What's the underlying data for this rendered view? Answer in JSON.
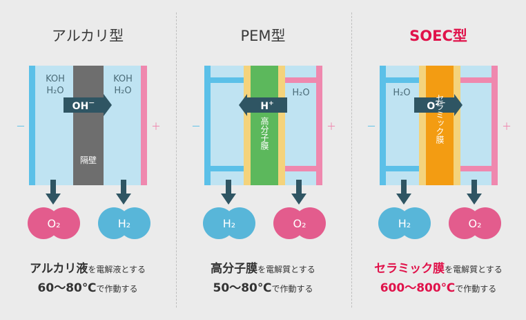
{
  "colors": {
    "accent": "#e0124a",
    "blue": "#5bc0e8",
    "pink": "#ef88ae",
    "cell": "#bfe3f2",
    "arrow": "#2f5563",
    "wall": "#6e6e6e",
    "green": "#5cb85c",
    "yellow": "#f4d37c",
    "orange": "#f39c12",
    "o2": "#e35c8d",
    "h2": "#58b6d9"
  },
  "icons": [
    "arrow-down-icon",
    "arrow-right-icon",
    "arrow-left-icon"
  ],
  "panels": [
    {
      "title": "アルカリ型",
      "minus": "－",
      "plus": "＋",
      "left_chem": [
        "KOH",
        "H₂O"
      ],
      "right_chem": [
        "KOH",
        "H₂O"
      ],
      "ion": "OH",
      "ion_sup": "－",
      "membrane": "隔壁",
      "bubble_left": "O₂",
      "bubble_right": "H₂",
      "cap_bold": "アルカリ液",
      "cap_rest": "を電解液とする",
      "temp_bold": "60〜80℃",
      "temp_rest": "で作動する"
    },
    {
      "title": "PEM型",
      "minus": "－",
      "plus": "＋",
      "right_chem": [
        "H₂O"
      ],
      "ion": "H",
      "ion_sup": "+",
      "membrane": "高分子膜",
      "bubble_left": "H₂",
      "bubble_right": "O₂",
      "cap_bold": "高分子膜",
      "cap_rest": "を電解質とする",
      "temp_bold": "50〜80℃",
      "temp_rest": "で作動する"
    },
    {
      "title": "SOEC型",
      "minus": "－",
      "plus": "＋",
      "left_chem": [
        "H₂O"
      ],
      "ion": "O",
      "ion_sup": "2－",
      "membrane": "セラミック膜",
      "bubble_left": "H₂",
      "bubble_right": "O₂",
      "cap_bold": "セラミック膜",
      "cap_rest": "を電解質とする",
      "temp_bold": "600〜800℃",
      "temp_rest": "で作動する"
    }
  ]
}
